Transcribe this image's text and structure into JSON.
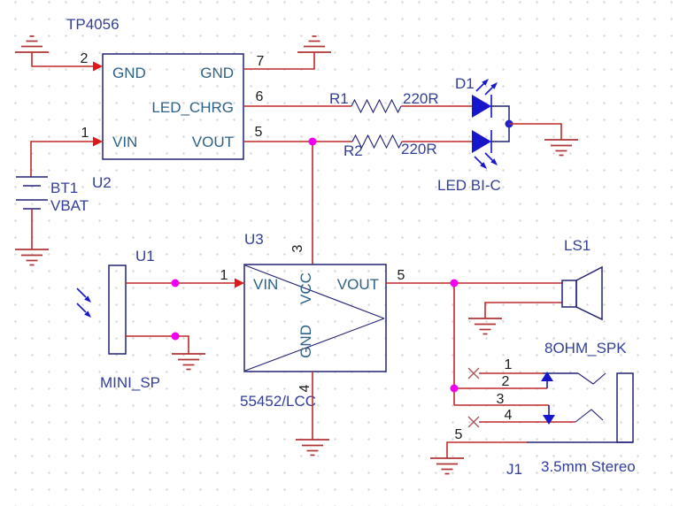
{
  "colors": {
    "wire": "#c22929",
    "ground": "#b03434",
    "symbol_outline": "#222277",
    "led_blue": "#1616cc",
    "pin_label_text": "#2d6186",
    "designator_text": "#323e99",
    "pin_number_text": "#1b1b1b",
    "junction_dot": "#f000f0",
    "led_junction_dot": "#2222cc",
    "nc_marker": "#aa5555",
    "background_dots": "#d4d4d4"
  },
  "components": {
    "u2": {
      "ref": "U2",
      "part": "TP4056",
      "pin_numbers": {
        "p1": "1",
        "p2": "2",
        "p5": "5",
        "p6": "6",
        "p7": "7"
      },
      "pin_labels": {
        "gnd_left": "GND",
        "gnd_right": "GND",
        "led_chrg": "LED_CHRG",
        "vin": "VIN",
        "vout": "VOUT"
      }
    },
    "bt1": {
      "ref": "BT1",
      "net": "VBAT"
    },
    "r1": {
      "ref": "R1",
      "value": "220R"
    },
    "r2": {
      "ref": "R2",
      "value": "220R"
    },
    "d1": {
      "ref": "D1",
      "type": "LED BI-C"
    },
    "u1": {
      "ref": "U1",
      "type": "MINI_SP",
      "pin_numbers": {
        "p1": "1"
      }
    },
    "u3": {
      "ref": "U3",
      "part": "55452/LCC",
      "pin_numbers": {
        "p1": "1",
        "p3": "3",
        "p4": "4",
        "p5": "5"
      },
      "pin_labels": {
        "vin": "VIN",
        "vcc": "VCC",
        "gnd": "GND",
        "vout": "VOUT"
      }
    },
    "ls1": {
      "ref": "LS1",
      "type": "8OHM_SPK"
    },
    "j1": {
      "ref": "J1",
      "type": "3.5mm Stereo",
      "pin_numbers": {
        "p1": "1",
        "p2": "2",
        "p3": "3",
        "p4": "4",
        "p5": "5"
      }
    }
  }
}
